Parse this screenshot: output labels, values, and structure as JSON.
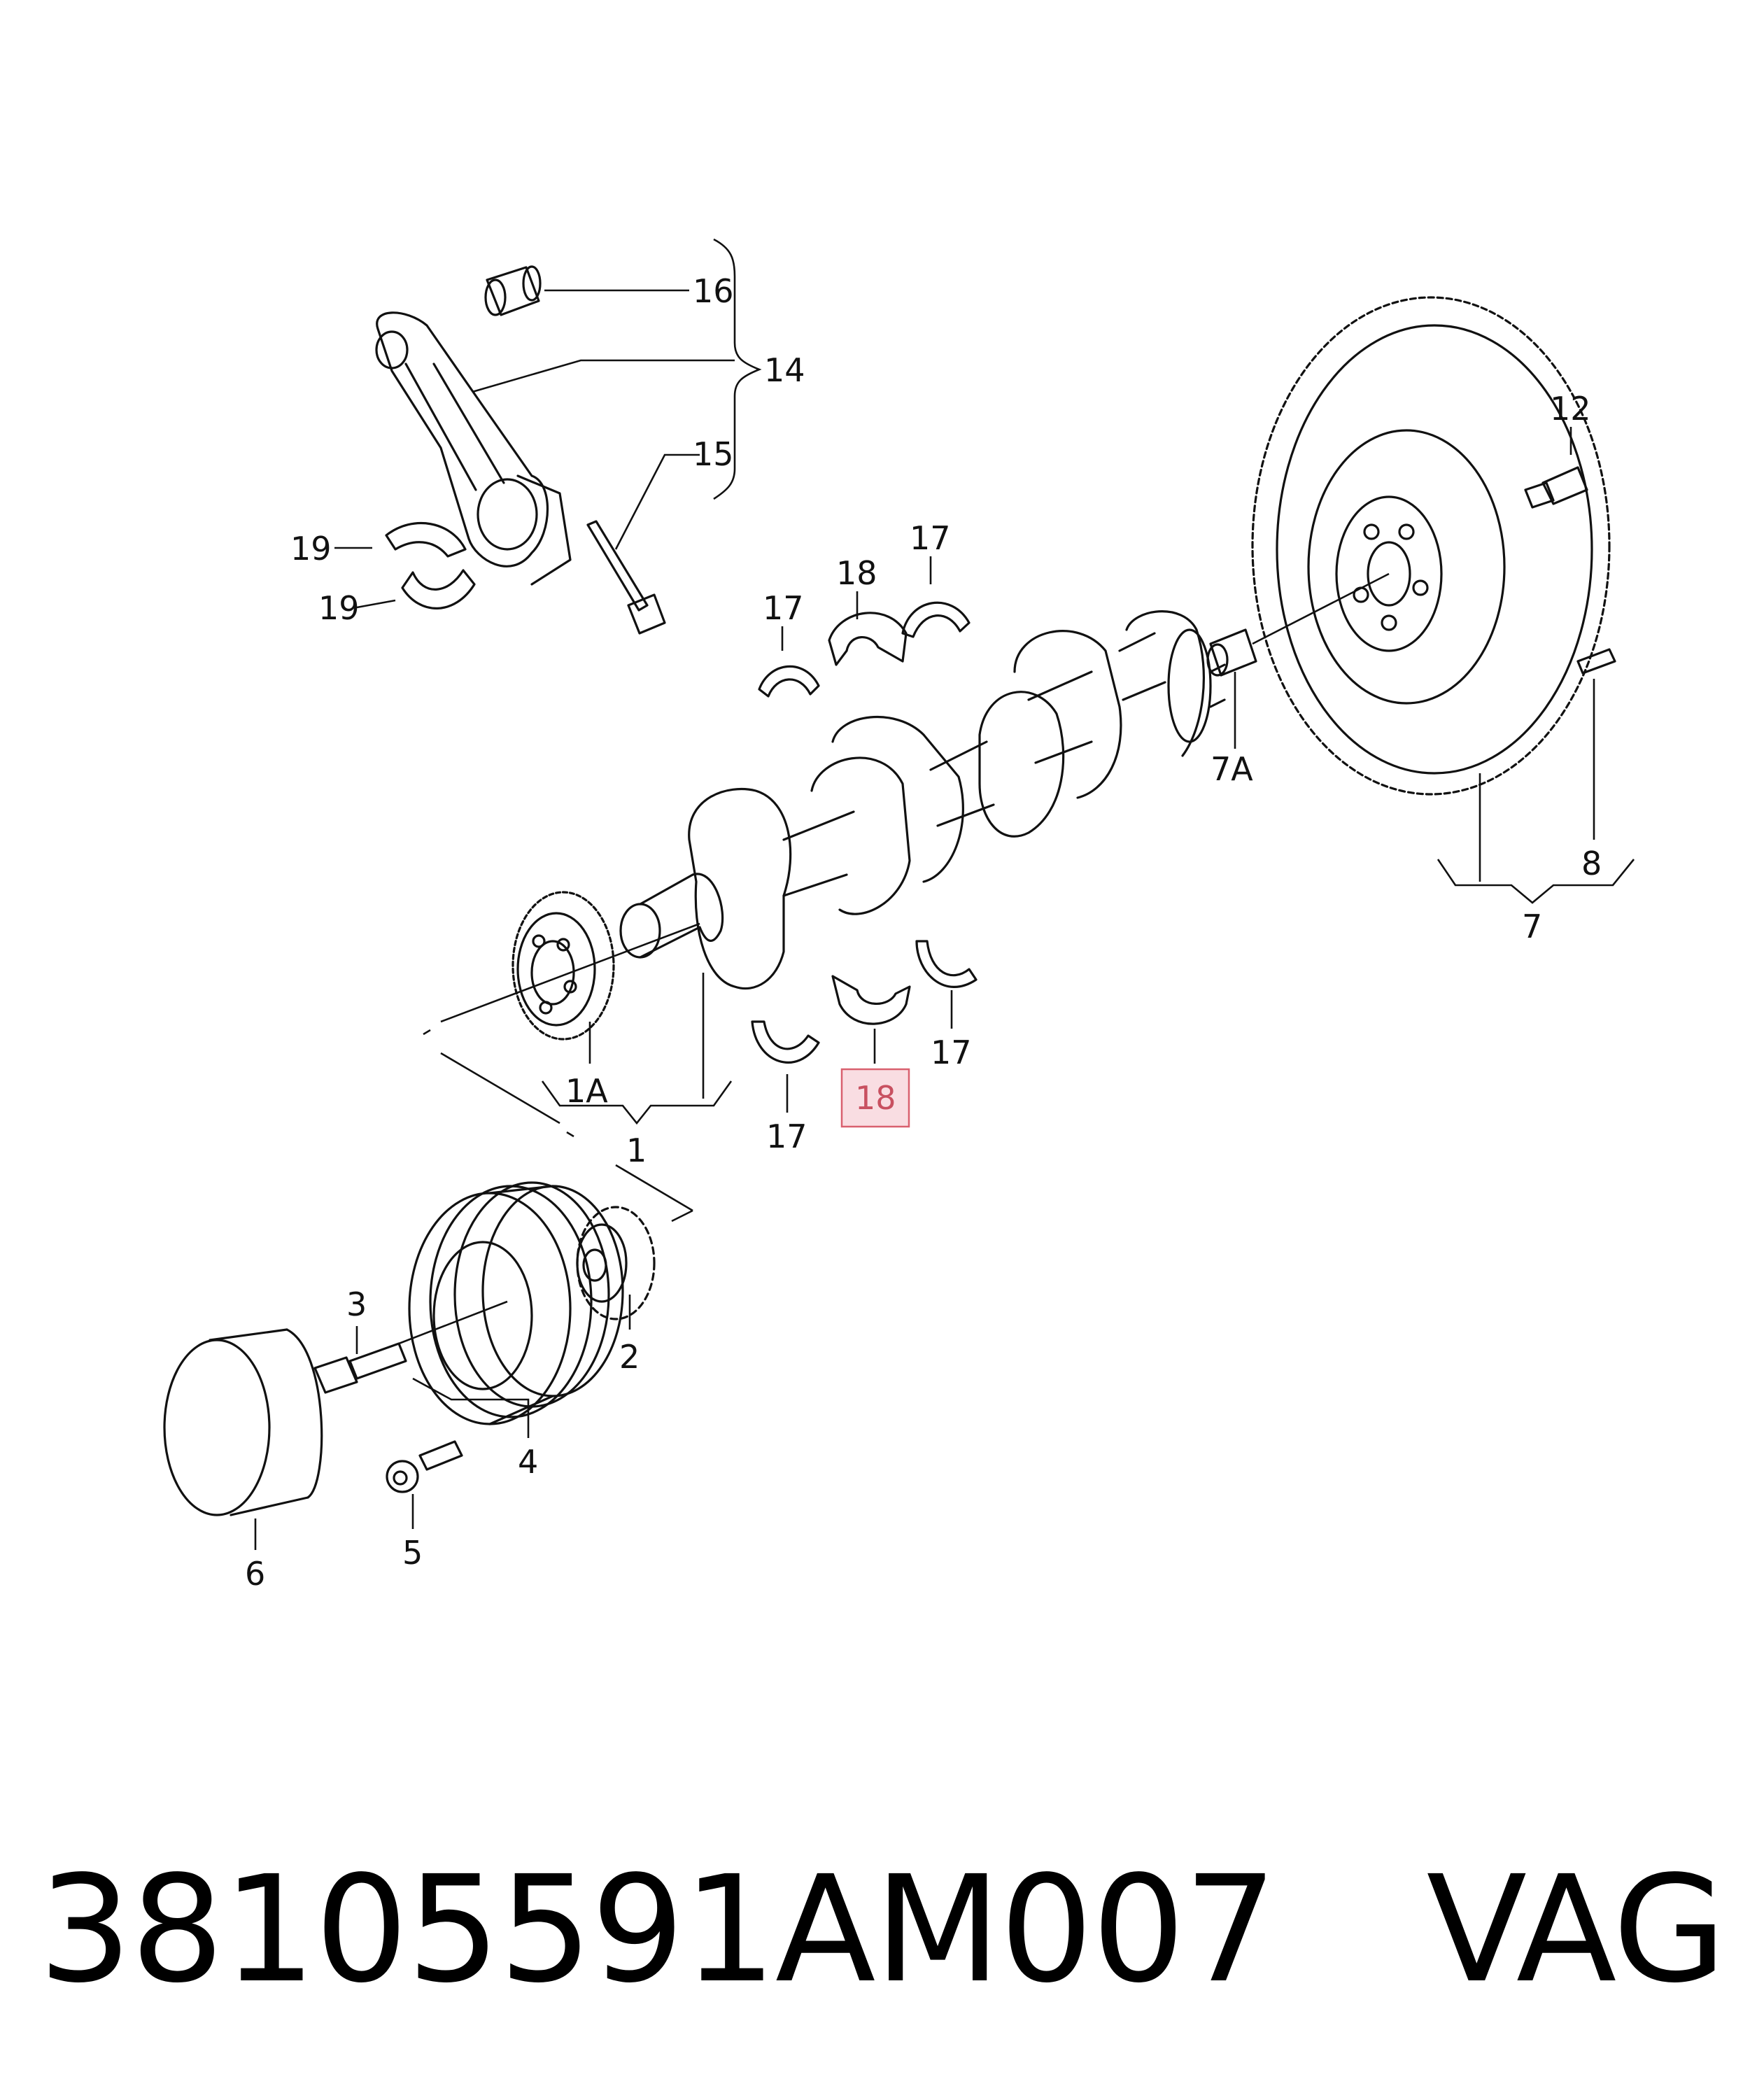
{
  "callouts": {
    "c16": "16",
    "c14": "14",
    "c15": "15",
    "c19a": "19",
    "c19b": "19",
    "c17a": "17",
    "c18a": "18",
    "c17b": "17",
    "c12": "12",
    "c7a": "7A",
    "c8": "8",
    "c7": "7",
    "c1a": "1A",
    "c1": "1",
    "c17c": "17",
    "c17d": "17",
    "c18b": "18",
    "c3": "3",
    "c2": "2",
    "c4": "4",
    "c5": "5",
    "c6": "6"
  },
  "highlighted_callout": "18",
  "caption": {
    "part_number": "38105591AM007",
    "brand": "VAG"
  },
  "colors": {
    "line": "#111111",
    "highlight_fill": "#f9dde2",
    "highlight_stroke": "#d9606f"
  }
}
